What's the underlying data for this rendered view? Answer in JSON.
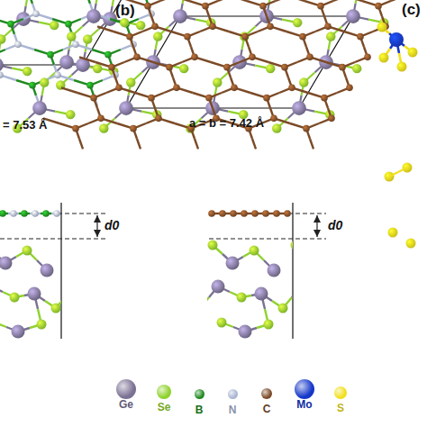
{
  "diagram": {
    "labels": [
      "(b)",
      "(c)",
      "= 7.53 Å",
      "a = b = 7.42 Å",
      "d0",
      "d0"
    ],
    "legend": [
      {
        "text": "Ge",
        "color": "#7b7194"
      },
      {
        "text": "Se",
        "color": "#8fd22d"
      },
      {
        "text": "B",
        "color": "#1f8a1f"
      },
      {
        "text": "N",
        "color": "#aab6d3"
      },
      {
        "text": "C",
        "color": "#7b4a26"
      },
      {
        "text": "Mo",
        "color": "#1537c9"
      },
      {
        "text": "S",
        "color": "#f2df1c"
      }
    ]
  }
}
